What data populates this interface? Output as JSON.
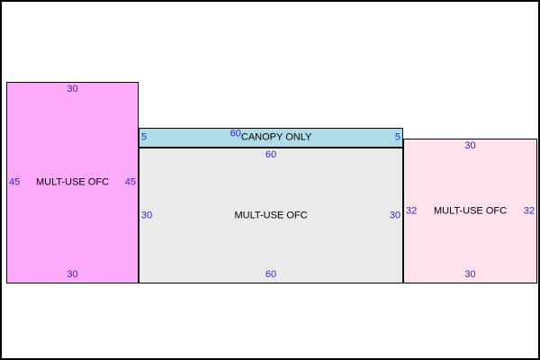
{
  "diagram": {
    "frame_border_color": "#000000",
    "background_color": "#ffffff",
    "dim_label_color": "#2a2acc",
    "name_label_color": "#000000",
    "zones": [
      {
        "id": "left-office",
        "name": "MULT-USE OFC",
        "fill": "#ffabfb",
        "top_label": "30",
        "bottom_label": "30",
        "left_label": "45",
        "right_label": "45"
      },
      {
        "id": "canopy",
        "name": "CANOPY ONLY",
        "fill": "#aedce8",
        "top_label": "60",
        "left_label": "5",
        "right_label": "5"
      },
      {
        "id": "center-office",
        "name": "MULT-USE OFC",
        "fill": "#eaeaea",
        "top_label": "60",
        "bottom_label": "60",
        "left_label": "30",
        "right_label": "30"
      },
      {
        "id": "right-office",
        "name": "MULT-USE OFC",
        "fill": "#ffe2ee",
        "top_label": "30",
        "bottom_label": "30",
        "left_label": "32",
        "right_label": "32"
      }
    ]
  }
}
